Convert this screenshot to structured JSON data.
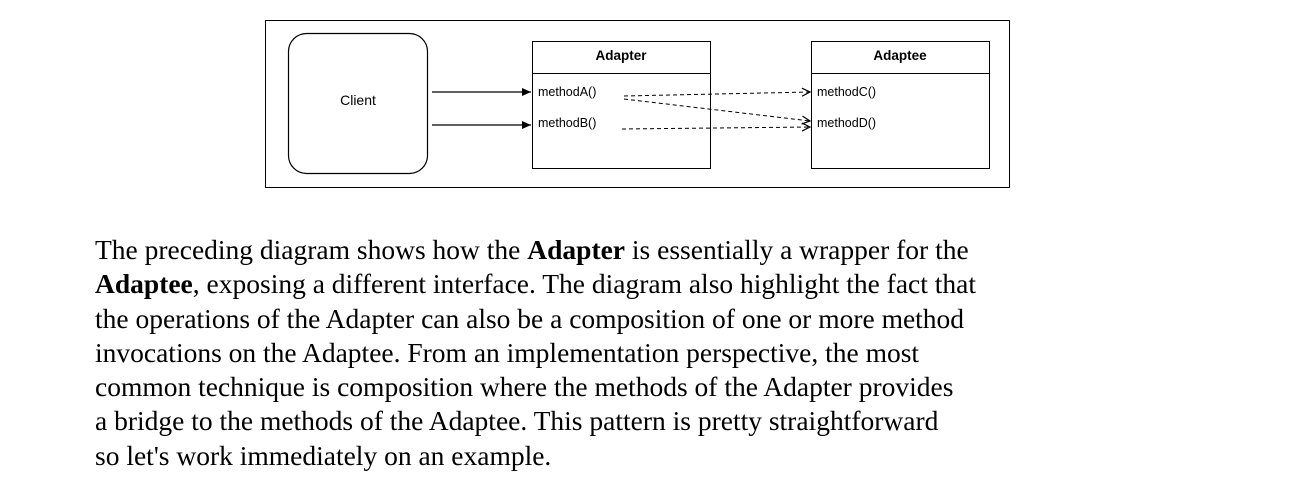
{
  "diagram": {
    "client_label": "Client",
    "adapter": {
      "title": "Adapter",
      "methods": [
        "methodA()",
        "methodB()"
      ]
    },
    "adaptee": {
      "title": "Adaptee",
      "methods": [
        "methodC()",
        "methodD()"
      ]
    }
  },
  "caption": {
    "line1": {
      "a": "The preceding diagram shows how the ",
      "b": "Adapter",
      "c": " is essentially a wrapper for the"
    },
    "line2": {
      "a": "Adaptee",
      "b": ", exposing a different interface. The diagram also highlight the fact that"
    },
    "line3": "the operations of the Adapter can also be a composition of one or more method",
    "line4": "invocations on the Adaptee. From an implementation perspective, the most",
    "line5": "common technique is composition where the methods of the Adapter provides",
    "line6": "a bridge to the methods of the Adaptee. This pattern is pretty straightforward",
    "line7": "so let's work immediately on an example."
  }
}
